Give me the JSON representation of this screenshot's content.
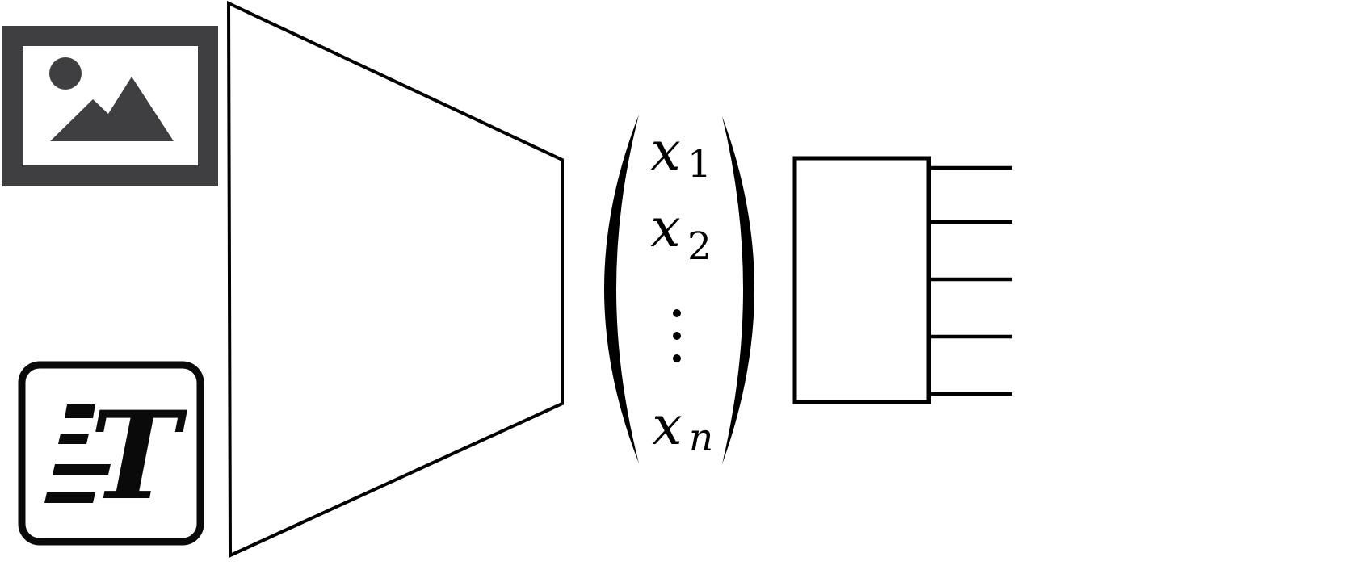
{
  "diagram": {
    "colors": {
      "background": "#ffffff",
      "line": "#000000",
      "image_icon": "#3f3f42",
      "text_icon": "#0a0a0a"
    },
    "icons": {
      "image_input": "photo-with-sun-and-mountains-icon",
      "text_input": "italic-T-with-text-lines-icon"
    },
    "text_icon": {
      "letter": "T"
    },
    "encoder": {
      "shape": "trapezoid-funnel"
    },
    "feature_vector": {
      "entries": [
        {
          "base": "x",
          "sub": "1"
        },
        {
          "base": "x",
          "sub": "2"
        },
        {
          "dots": "⋮"
        },
        {
          "base": "x",
          "sub": "n"
        }
      ]
    },
    "output_block": {
      "output_lines_count": 5
    }
  }
}
